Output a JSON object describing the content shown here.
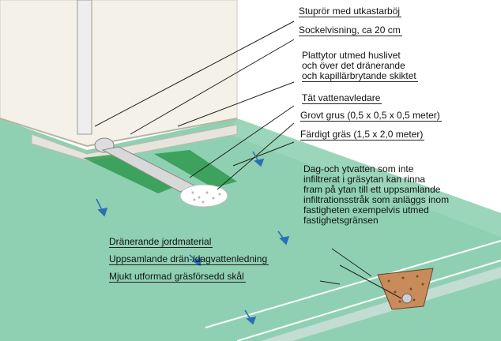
{
  "colors": {
    "ground": "#8fd0b3",
    "ground_dark": "#78c19f",
    "wall": "#f4f1e8",
    "grass": "#2e9a4e",
    "gravel": "#ffffff",
    "soil": "#c98b5a",
    "arrow": "#2b6fb5",
    "leader": "#222222"
  },
  "labels": {
    "downpipe": "Stuprör med utkastarböj",
    "plinth": "Sockelvisning, ca 20 cm",
    "paving": "Plattytor utmed huslivet\noch över det dränerande\noch kapillärbrytande skiktet",
    "drain_channel": "Tät vattenavledare",
    "gravel": "Grovt grus (0,5 x 0,5 x 0,5 meter)",
    "grass": "Färdigt gräs (1,5 x 2,0 meter)",
    "surface_water": "Dag-och ytvatten som inte\ninfiltrerat i gräsytan kan rinna\nfram på ytan till ett uppsamlande\ninfiltrationsstråk som anläggs inom\nfastigheten exempelvis utmed\nfastighetsgränsen",
    "draining_soil": "Dränerande jordmaterial",
    "collecting_pipe": "Uppsamlande drän-/dagvattenledning",
    "swale": "Mjukt utformad gräsförsedd skål"
  }
}
